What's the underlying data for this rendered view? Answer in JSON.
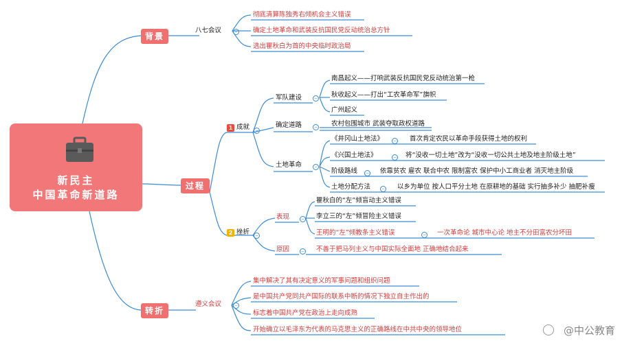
{
  "root": {
    "line1": "新民主",
    "line2": "中国革命新道路",
    "icon": "briefcase-icon"
  },
  "background": {
    "label": "背景",
    "meeting": "八七会议",
    "items": [
      "彻底清算陈独秀右倾机会主义错误",
      "确定土地革命和武装反抗国民党反动统治总方针",
      "选出瞿秋白为首的中央临时政治局"
    ]
  },
  "process": {
    "label": "过程",
    "achievements": {
      "badge": "1",
      "label": "成就",
      "army": {
        "label": "军队建设",
        "items": [
          "南昌起义——打响武装反抗国民党反动统治第一枪",
          "秋收起义——打出“工农革命军”旗帜",
          "广州起义"
        ]
      },
      "road": {
        "label": "确定道路",
        "text": "农村包围城市 武装夺取政权道路"
      },
      "land": {
        "label": "土地革命",
        "rows": [
          {
            "name": "《井冈山土地法》",
            "desc": "首次肯定农民以革命手段获得土地的权利"
          },
          {
            "name": "《兴国土地法》",
            "desc": "将“没收一切土地”改为“没收一切公共土地及地主阶级土地”"
          },
          {
            "name": "阶级路线",
            "desc": "依靠贫农 雇农 联合中农 限制富农 保护中小工商业者 消灭地主阶级"
          },
          {
            "name": "土地分配方法",
            "desc": "以乡为单位 按人口平分土地 在原耕地的基础 实行抽多补少 抽肥补瘦"
          }
        ]
      }
    },
    "setbacks": {
      "badge": "2",
      "label": "挫折",
      "manifest": {
        "label": "表现",
        "items": [
          "瞿秋白的“左”倾盲动主义错误",
          "李立三的“左”倾冒险主义错误",
          "王明的“左”倾教条主义错误"
        ],
        "extra": "一次革命论 城市中心论 地主不分田富农分坏田"
      },
      "cause": {
        "label": "原因",
        "text": "不善于把马列主义与中国实际全面地 正确地结合起来"
      }
    }
  },
  "turning": {
    "label": "转折",
    "meeting": "遵义会议",
    "items": [
      "集中解决了其有决定意义的军事问题和组织问题",
      "是中国共产党同共产国际的联系中断的情况下独立自主作出的",
      "标志着中国共产党在政治上走向成熟",
      "开始确立以毛泽东为代表的马克思主义的正确路线在中共中央的领导地位"
    ]
  },
  "watermark": "@中公教育",
  "colors": {
    "accent": "#f27778",
    "line": "#3a8bd6",
    "red_text": "#d23c3c",
    "badge1": "#e74c3c",
    "badge2": "#f0b400"
  }
}
